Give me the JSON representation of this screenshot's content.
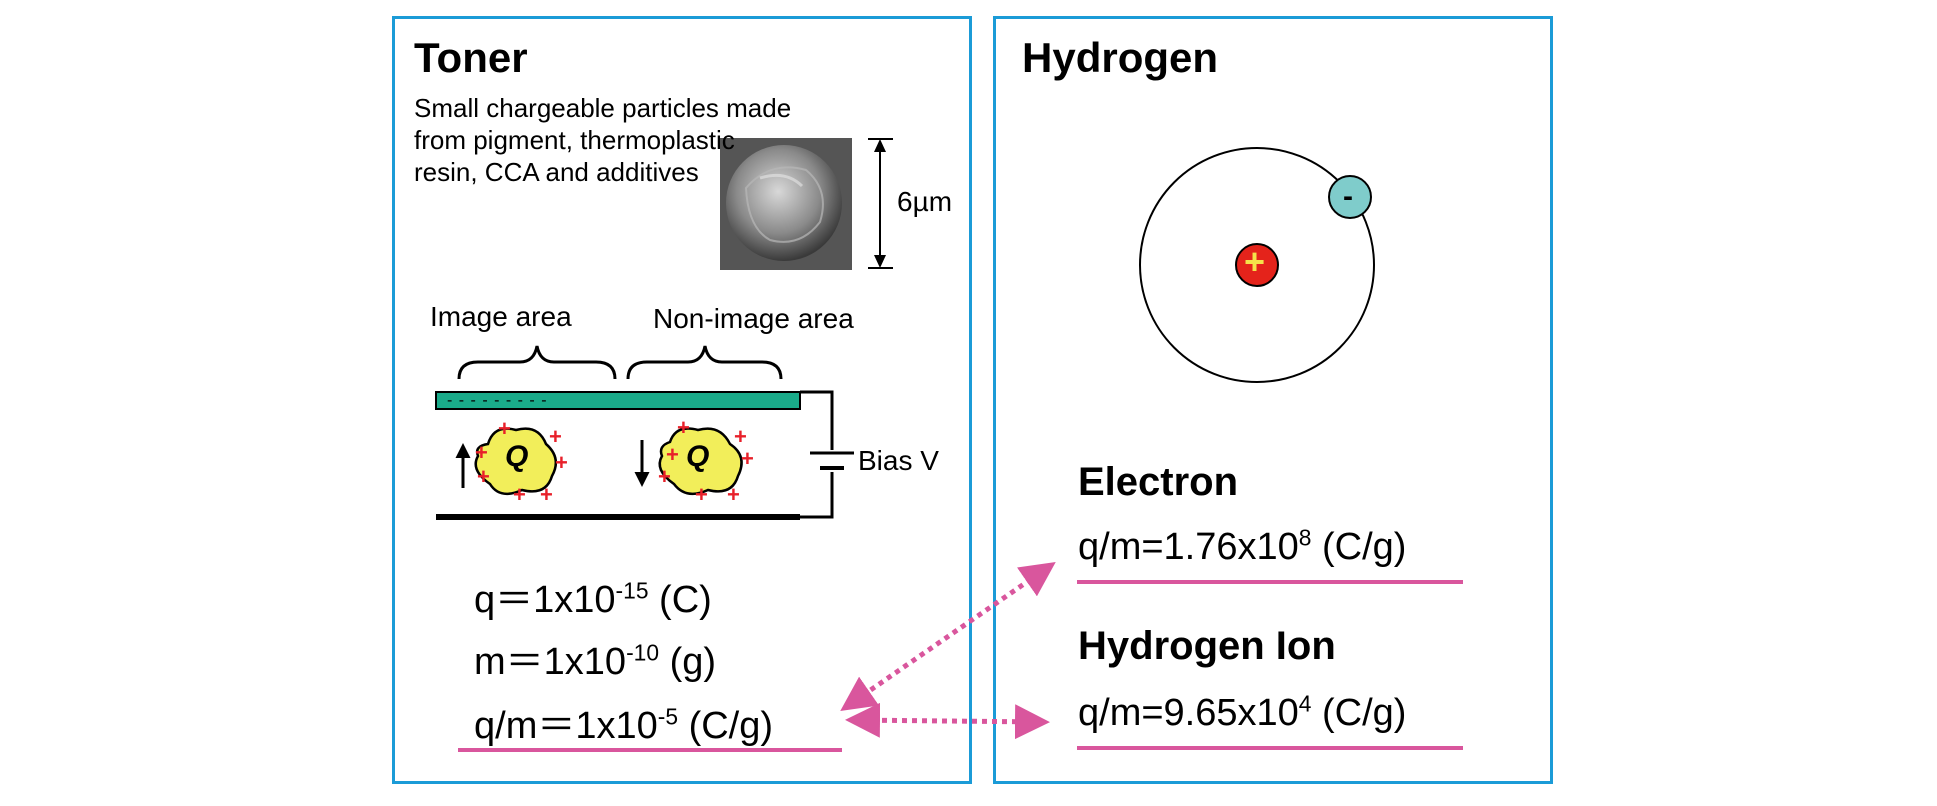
{
  "toner": {
    "title": "Toner",
    "description": "Small chargeable particles made from pigment, thermoplastic resin, CCA and additives",
    "size_label": "6µm",
    "image_area_label": "Image area",
    "non_image_area_label": "Non-image area",
    "bias_label": "Bias V",
    "particle_label": "Q",
    "minus_signs": "- - - - - - - - -",
    "q": {
      "prefix": "q＝1x10",
      "exp": "-15",
      "unit": " (C)"
    },
    "m": {
      "prefix": "m＝1x10",
      "exp": "-10",
      "unit": " (g)"
    },
    "qm": {
      "prefix": "q/m＝1x10",
      "exp": "-5",
      "unit": " (C/g)"
    }
  },
  "hydrogen": {
    "title": "Hydrogen",
    "nucleus_symbol": "+",
    "electron_symbol": "-",
    "electron": {
      "label": "Electron",
      "prefix": "q/m=1.76x10",
      "exp": "8",
      "unit": " (C/g)"
    },
    "ion": {
      "label": "Hydrogen Ion",
      "prefix": "q/m=9.65x10",
      "exp": "4",
      "unit": " (C/g)"
    }
  },
  "colors": {
    "panel_border": "#1b9bd7",
    "accent_pink": "#d9569d",
    "plate_green": "#1aab8a",
    "particle_yellow": "#f2ee5a",
    "plus_red": "#e8202a",
    "nucleus_red": "#e4231b",
    "nucleus_plus": "#f5e24a",
    "electron_teal": "#7fcccb"
  }
}
